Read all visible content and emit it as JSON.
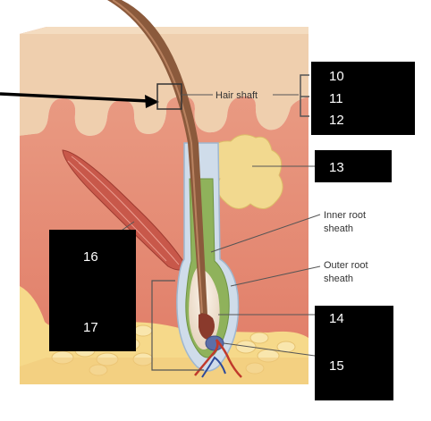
{
  "diagram": {
    "labels": {
      "hair_shaft": "Hair shaft",
      "inner_root_sheath": [
        "Inner root",
        "sheath"
      ],
      "outer_root_sheath": [
        "Outer root",
        "sheath"
      ]
    },
    "answer_boxes": {
      "hair_layers": [
        "10",
        "11",
        "12"
      ],
      "sebaceous_gland": "13",
      "hair_bulb": "14",
      "papilla": "15",
      "arrector_pili": "16",
      "follicle": "17"
    },
    "colors": {
      "epidermis": "#efcfae",
      "dermis": "#e58a74",
      "fat": "#f6d98a",
      "hair": "#8b5a3c",
      "sheath_inner": "#8fb25b",
      "sheath_outer": "#cfdcea",
      "box": "#000000"
    }
  }
}
